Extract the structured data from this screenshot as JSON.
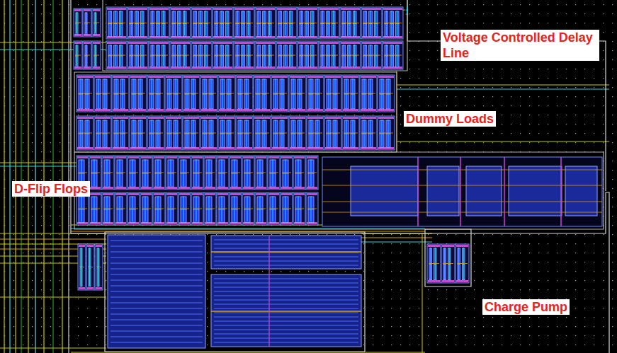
{
  "diagram": {
    "labels": [
      "Voltage Controlled Delay Line",
      "Dummy Loads",
      "D-Flip Flops",
      "Charge Pump"
    ]
  }
}
